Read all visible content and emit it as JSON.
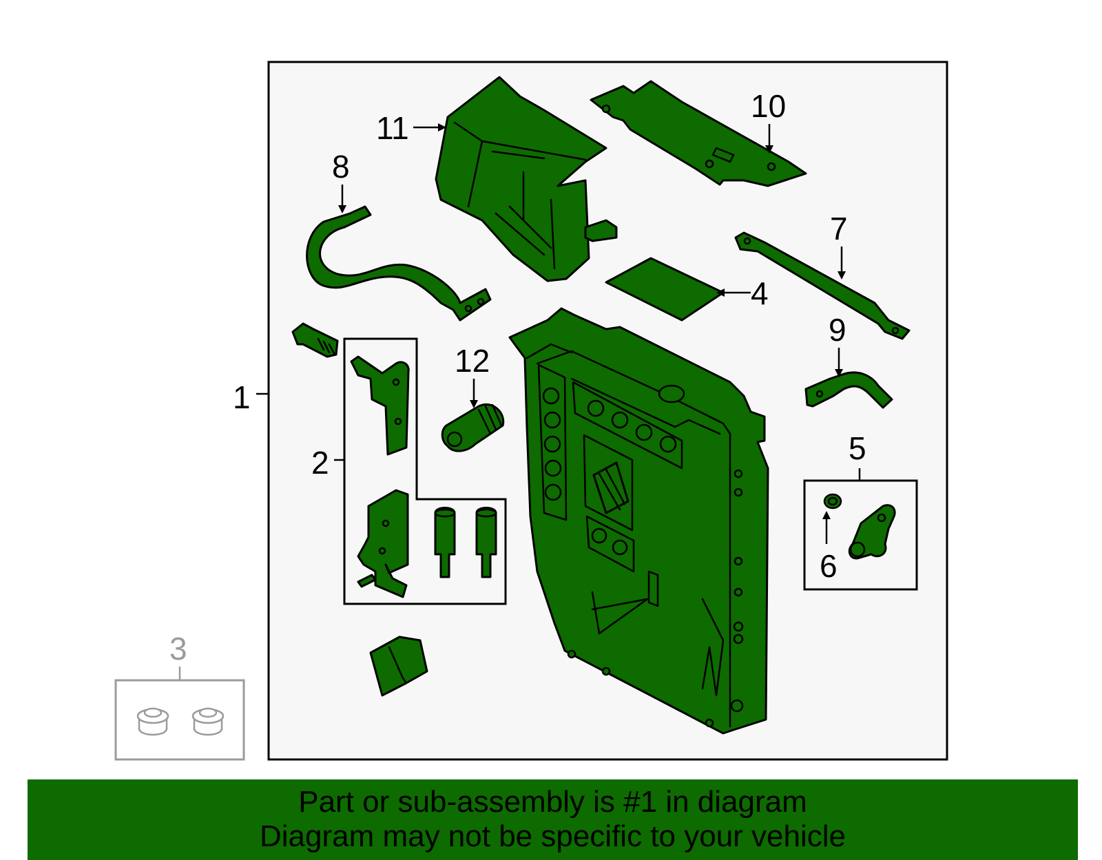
{
  "callouts": {
    "c1": "1",
    "c2": "2",
    "c3": "3",
    "c4": "4",
    "c5": "5",
    "c6": "6",
    "c7": "7",
    "c8": "8",
    "c9": "9",
    "c10": "10",
    "c11": "11",
    "c12": "12"
  },
  "banner": {
    "line1": "Part or sub-assembly is #1 in diagram",
    "line2": "Diagram may not be specific to your vehicle"
  },
  "colors": {
    "part_fill": "#0d6b00",
    "banner_bg": "#0d6b00",
    "frame_bg": "#f7f7f7",
    "frame_stroke": "#000000",
    "optional_stroke": "#9b9b9b"
  }
}
